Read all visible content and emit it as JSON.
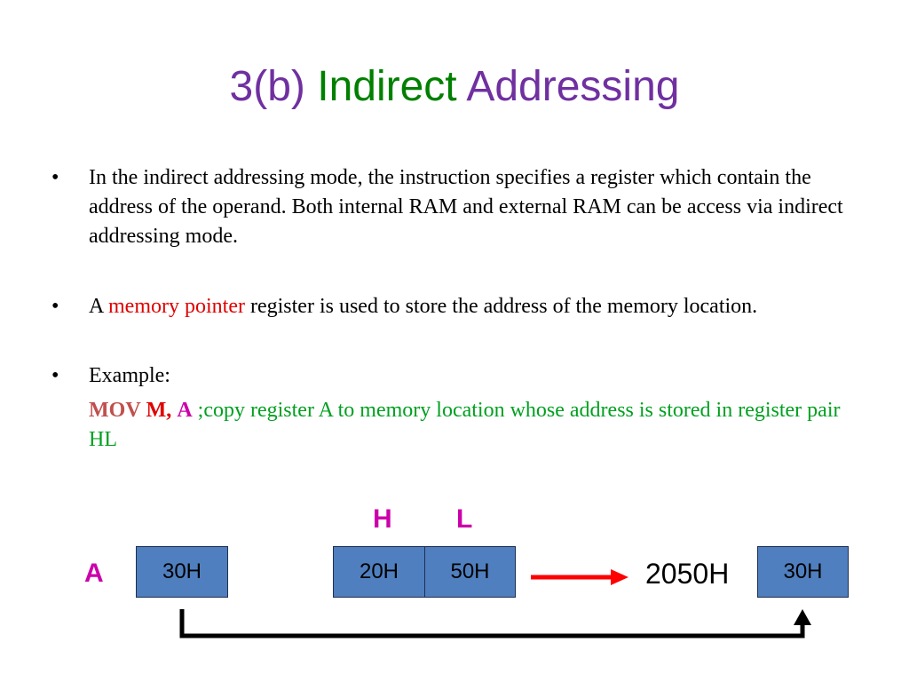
{
  "title": {
    "part1": "3(b)",
    "part2": "Indirect",
    "part3": "Addressing"
  },
  "bullets": {
    "b1": "In the indirect addressing mode, the instruction specifies a register which contain the address of the operand. Both internal RAM and external RAM can be access via indirect addressing mode.",
    "b2_pre": "A",
    "b2_highlight": "memory pointer",
    "b2_post": "register is used to store the address of the memory location.",
    "b3": "Example:",
    "example_mov": "MOV",
    "example_m": "M,",
    "example_a": "A",
    "example_comment": ";copy register A to memory location whose address is stored in register pair HL"
  },
  "diagram": {
    "reg_a_label": "A",
    "reg_a_value": "30H",
    "reg_h_label": "H",
    "reg_l_label": "L",
    "reg_h_value": "20H",
    "reg_l_value": "50H",
    "address": "2050H",
    "memory_value": "30H"
  },
  "colors": {
    "title_purple": "#7030a0",
    "title_green": "#008000",
    "highlight_red": "#e00000",
    "mov_brown": "#c0504d",
    "comment_green": "#00a020",
    "reg_label_magenta": "#cc00aa",
    "box_blue": "#4f7fbf",
    "arrow_red": "#ff0000"
  }
}
